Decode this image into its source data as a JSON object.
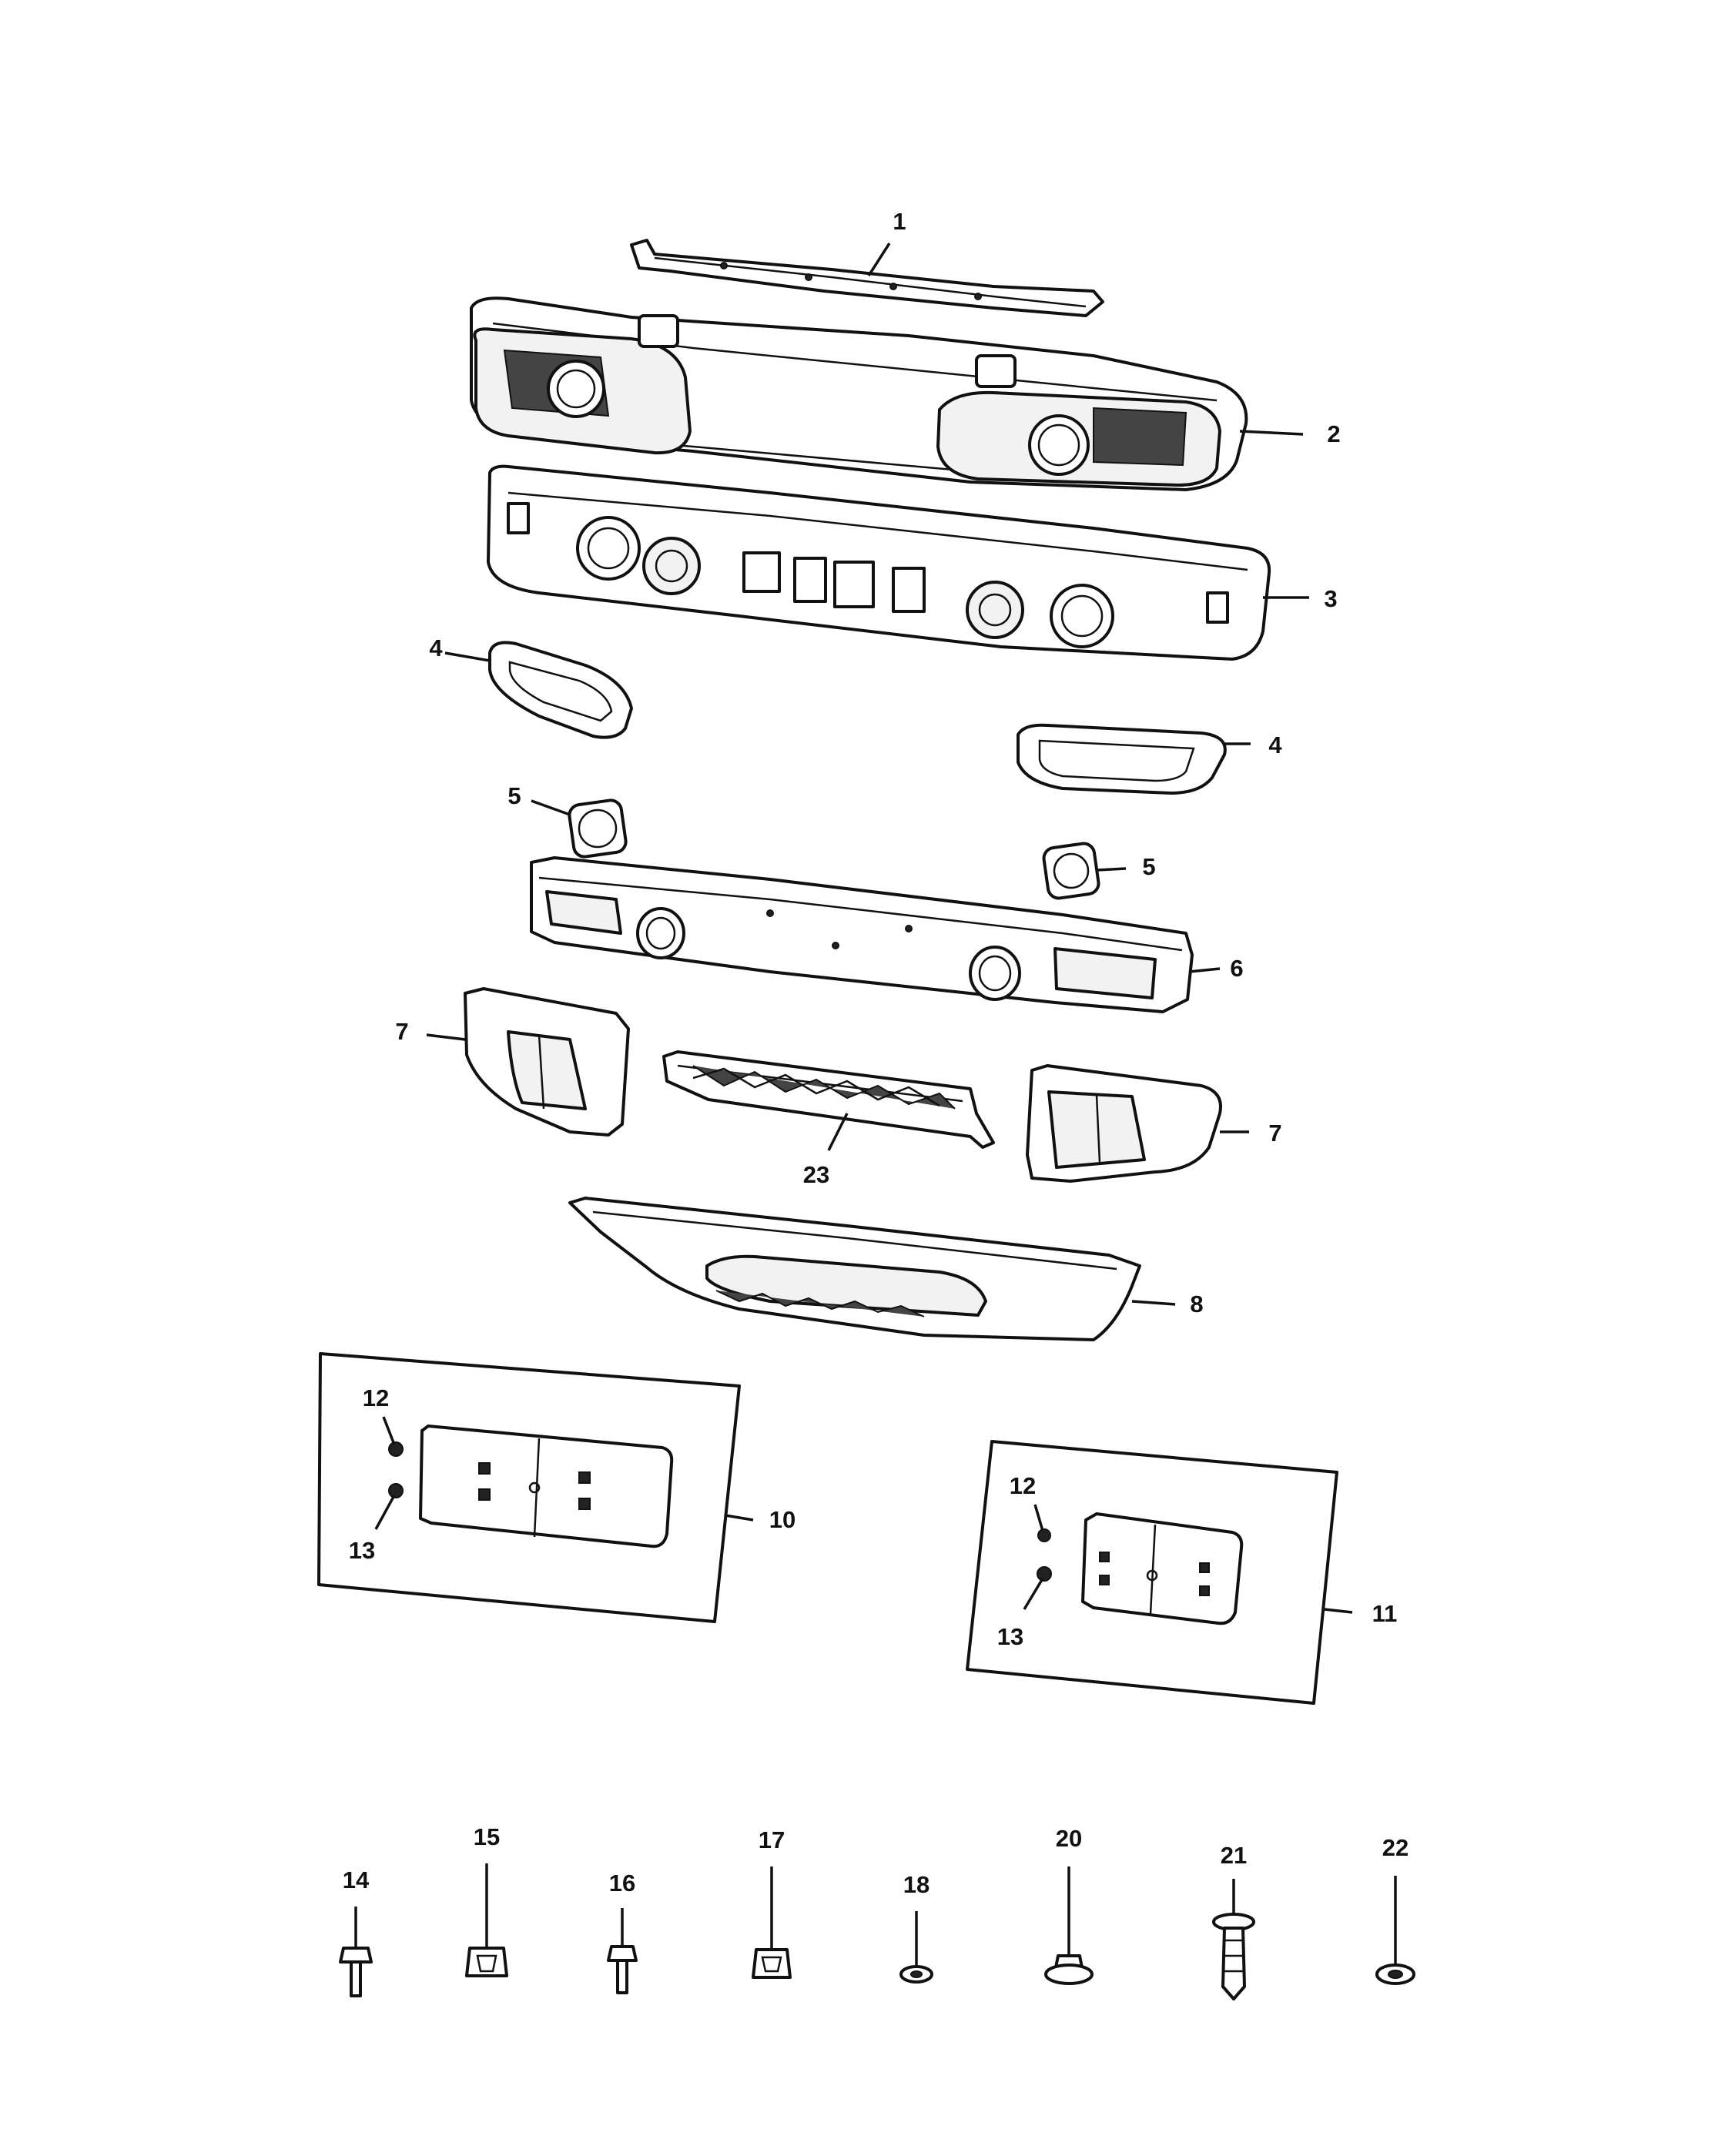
{
  "callouts": {
    "c1": "1",
    "c2": "2",
    "c3": "3",
    "c4a": "4",
    "c4b": "4",
    "c5a": "5",
    "c5b": "5",
    "c6": "6",
    "c7a": "7",
    "c7b": "7",
    "c8": "8",
    "c10": "10",
    "c11": "11",
    "c12a": "12",
    "c12b": "12",
    "c13a": "13",
    "c13b": "13",
    "c14": "14",
    "c15": "15",
    "c16": "16",
    "c17": "17",
    "c18": "18",
    "c20": "20",
    "c21": "21",
    "c22": "22",
    "c23": "23"
  },
  "colors": {
    "line": "#111111",
    "background": "#ffffff",
    "fill_light": "#f2f2f2"
  }
}
